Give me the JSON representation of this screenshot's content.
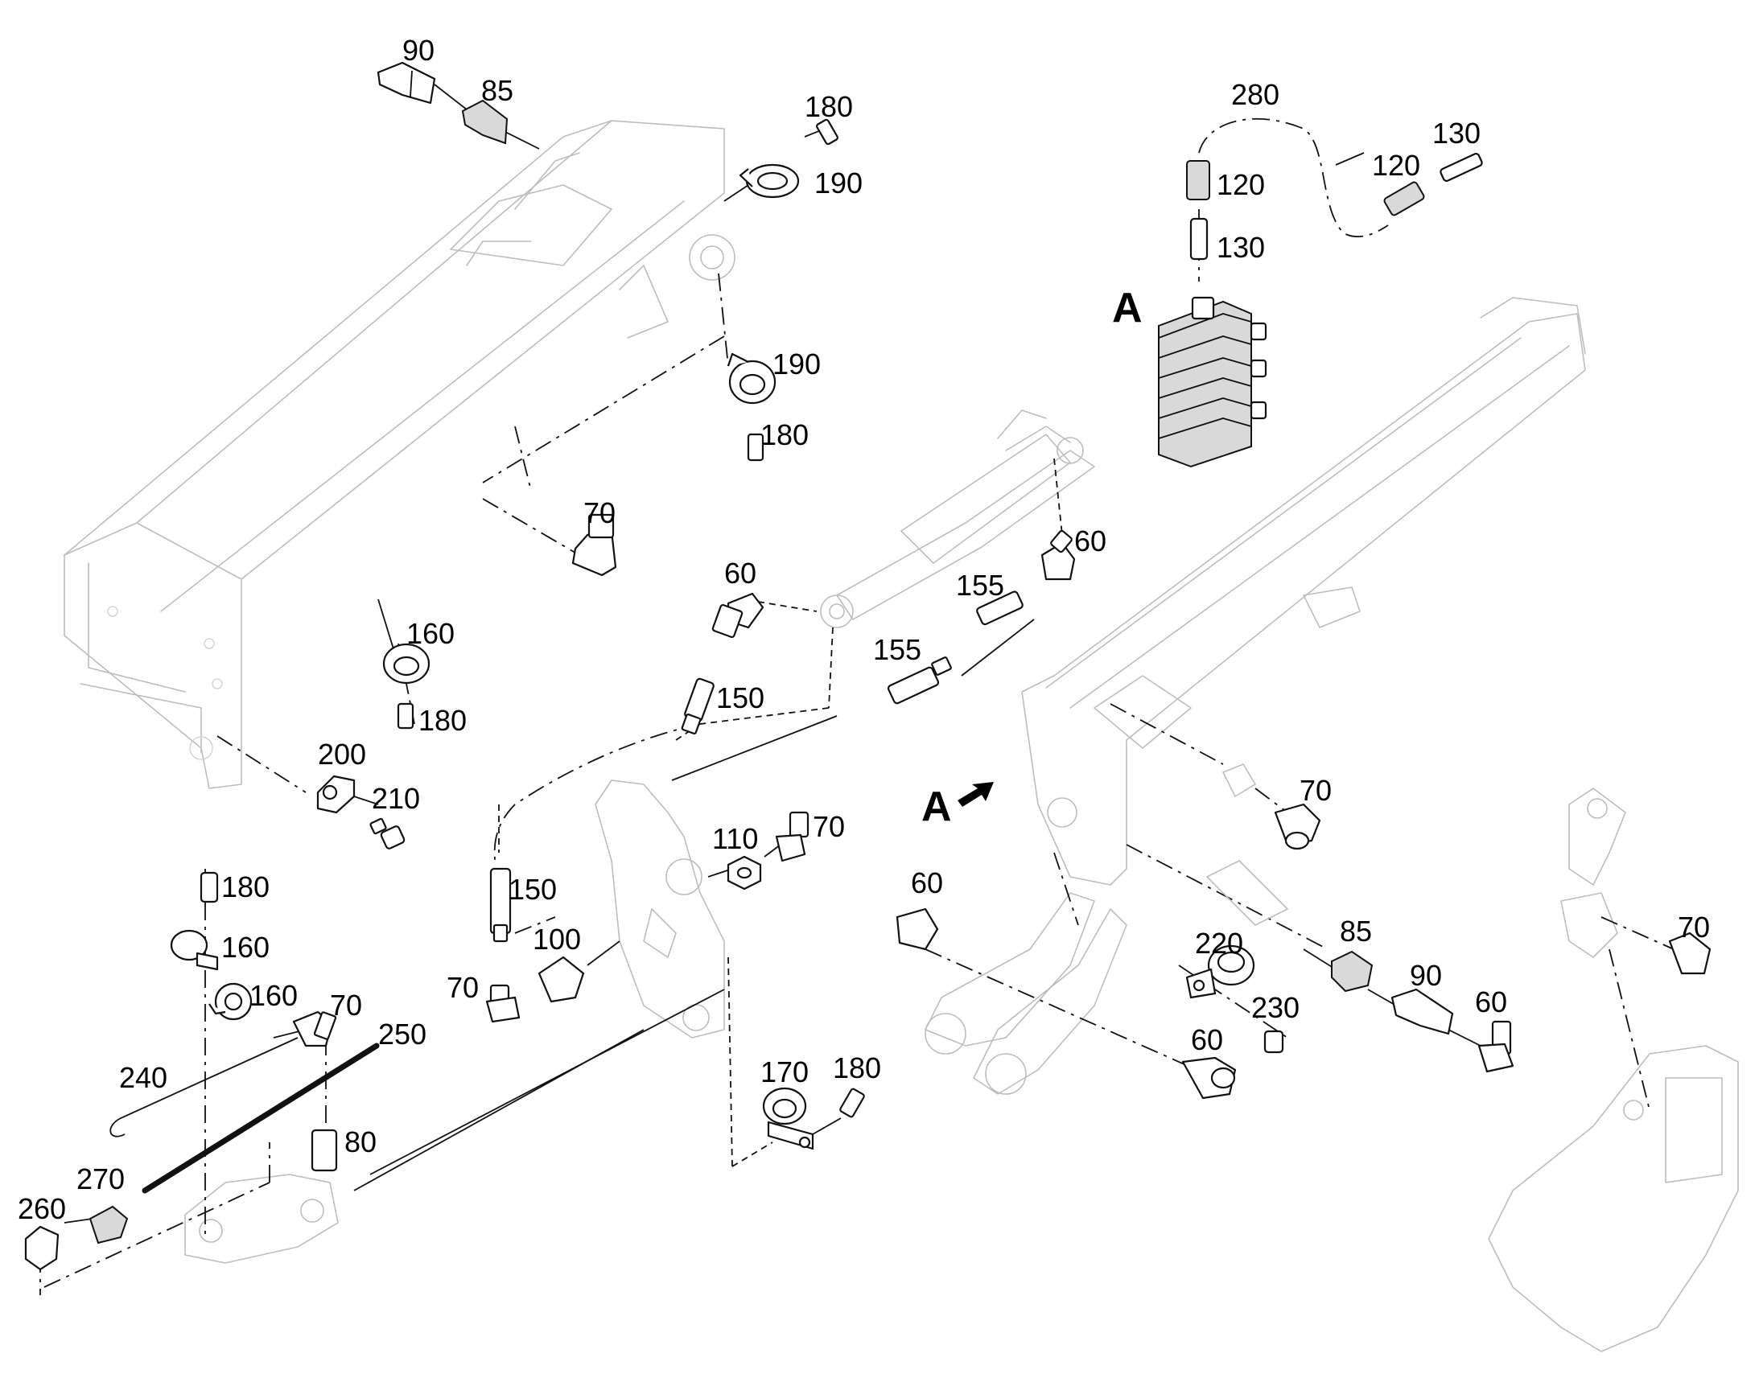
{
  "callouts": {
    "c_90_top": "90",
    "c_85_top": "85",
    "c_180_a": "180",
    "c_190_a": "190",
    "c_280": "280",
    "c_130_a": "130",
    "c_120_a": "120",
    "c_120_b": "120",
    "c_130_b": "130",
    "c_190_b": "190",
    "c_180_b": "180",
    "c_70_a": "70",
    "c_60_a": "60",
    "c_60_b": "60",
    "c_155_a": "155",
    "c_155_b": "155",
    "c_160_a": "160",
    "c_180_c": "180",
    "c_150_a": "150",
    "c_200": "200",
    "c_210": "210",
    "c_70_b": "70",
    "c_110": "110",
    "c_70_c": "70",
    "c_180_d": "180",
    "c_160_b": "160",
    "c_160_c": "160",
    "c_150_b": "150",
    "c_100": "100",
    "c_70_d": "70",
    "c_70_e": "70",
    "c_250": "250",
    "c_240": "240",
    "c_80": "80",
    "c_270": "270",
    "c_260": "260",
    "c_170": "170",
    "c_180_e": "180",
    "c_60_c": "60",
    "c_220": "220",
    "c_85_b": "85",
    "c_90_b": "90",
    "c_60_d": "60",
    "c_230": "230",
    "c_60_e": "60",
    "c_70_f": "70"
  },
  "view_labels": {
    "A_detail": "A",
    "A_arrow": "A"
  },
  "colors": {
    "line": "#111111",
    "ghost": "#bdbdbd",
    "background": "#ffffff"
  }
}
